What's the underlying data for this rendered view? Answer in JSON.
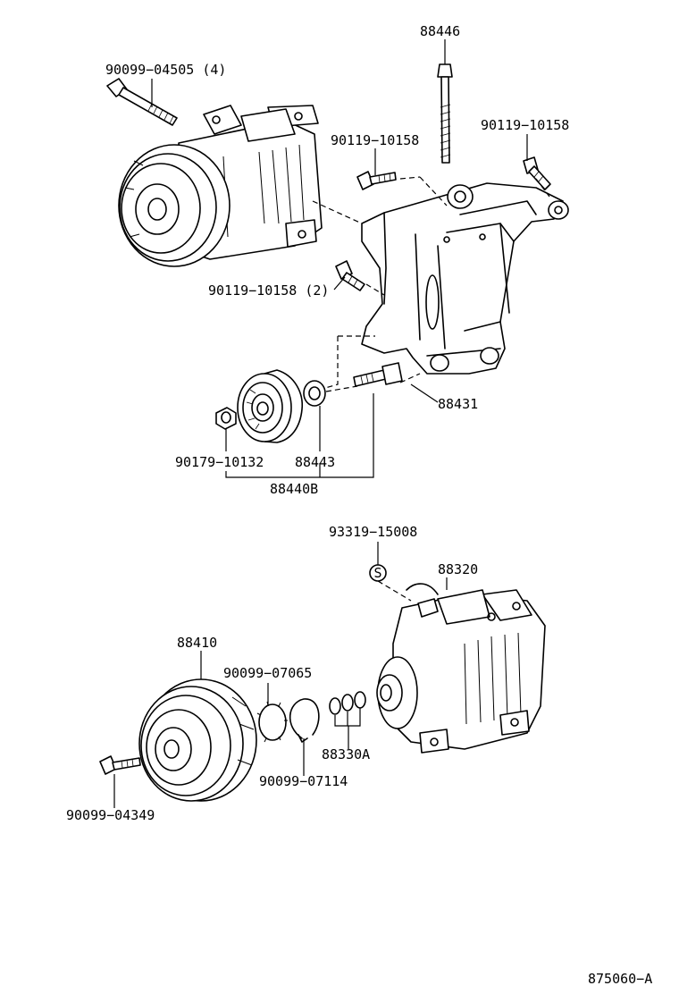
{
  "labels": {
    "p88446": "88446",
    "p90099_04505": "90099−04505 (4)",
    "p90119_10158_a": "90119−10158",
    "p90119_10158_b": "90119−10158",
    "p90119_10158_2": "90119−10158 (2)",
    "p88431": "88431",
    "p90179_10132": "90179−10132",
    "p88443": "88443",
    "p88440B": "88440B",
    "p93319_15008": "93319−15008",
    "p88320": "88320",
    "p88410": "88410",
    "p90099_07065": "90099−07065",
    "p88330A": "88330A",
    "p90099_07114": "90099−07114",
    "p90099_04349": "90099−04349",
    "figure_code": "875060−A"
  },
  "icons": {
    "screw_symbol": "S"
  }
}
